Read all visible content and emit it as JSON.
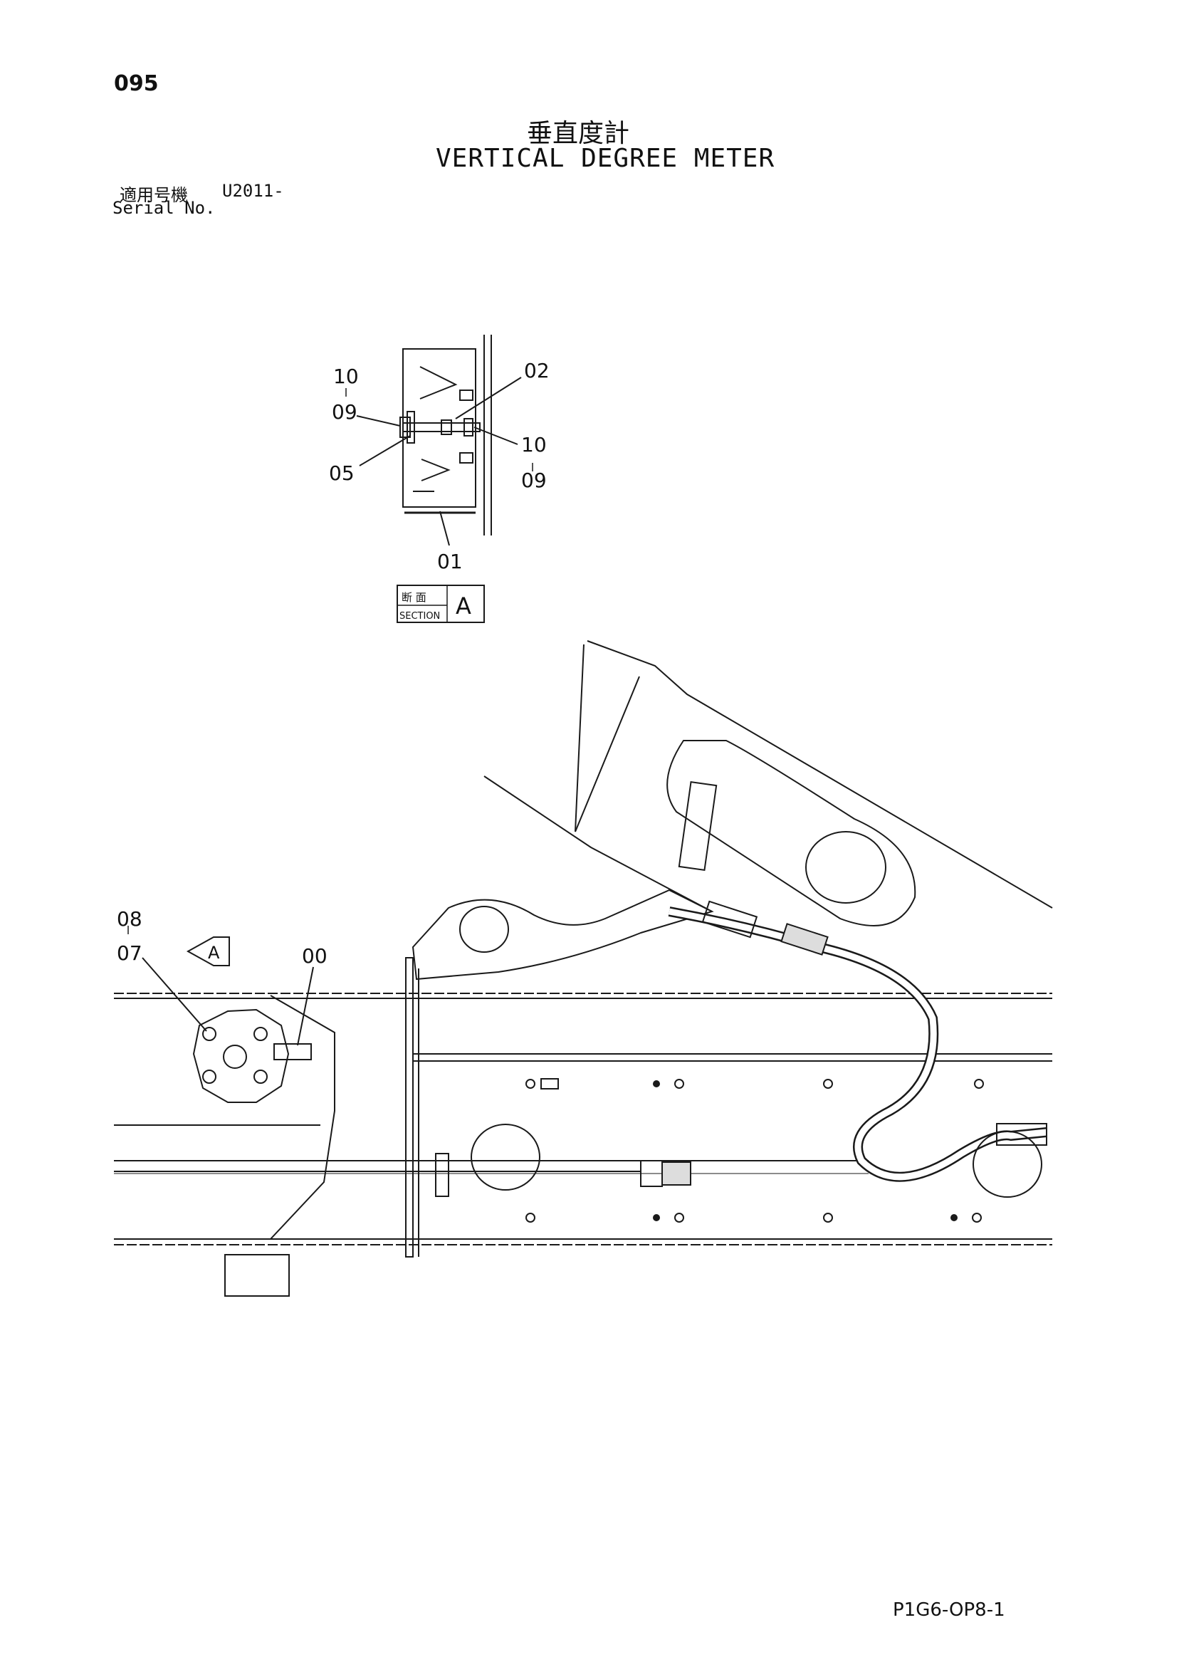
{
  "header": {
    "page_number": "095",
    "title_jp": "垂直度計",
    "title_en": "VERTICAL DEGREE METER",
    "serial_label_jp": "適用号機",
    "serial_value": "U2011-",
    "serial_label_en": "Serial No."
  },
  "section_view": {
    "callouts": {
      "c01": "01",
      "c02": "02",
      "c05": "05",
      "c09_left": "09",
      "c10_left": "10",
      "c09_right": "09",
      "c10_right": "10"
    },
    "section_tag": {
      "label_jp": "断 面",
      "label_en": "SECTION",
      "letter": "A"
    }
  },
  "main_view": {
    "callouts": {
      "c00": "00",
      "c07": "07",
      "c08": "08"
    },
    "view_arrow_letter": "A"
  },
  "footer": {
    "drawing_code": "P1G6-OP8-1"
  }
}
